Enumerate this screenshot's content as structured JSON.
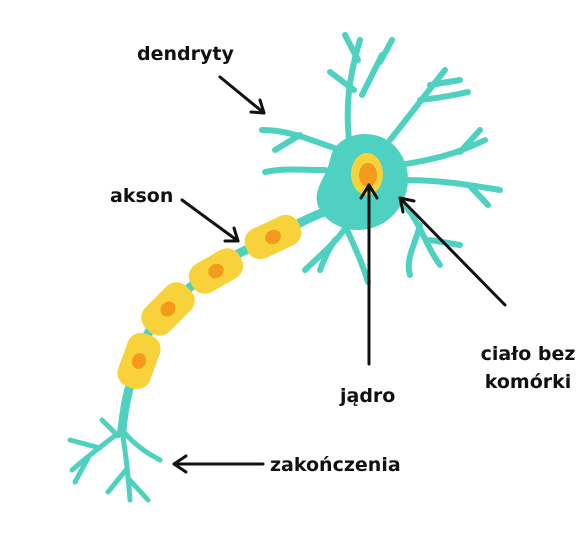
{
  "labels": {
    "dendrites": "dendryty",
    "axon": "akson",
    "nucleus": "jądro",
    "cell_body": "ciało bez komórki",
    "terminals": "zakończenia"
  },
  "colors": {
    "neuron": "#4fd1c1",
    "myelin": "#f8d23a",
    "myelin_node": "#f39a1e",
    "nucleus": "#f49a1c",
    "text": "#111111"
  }
}
